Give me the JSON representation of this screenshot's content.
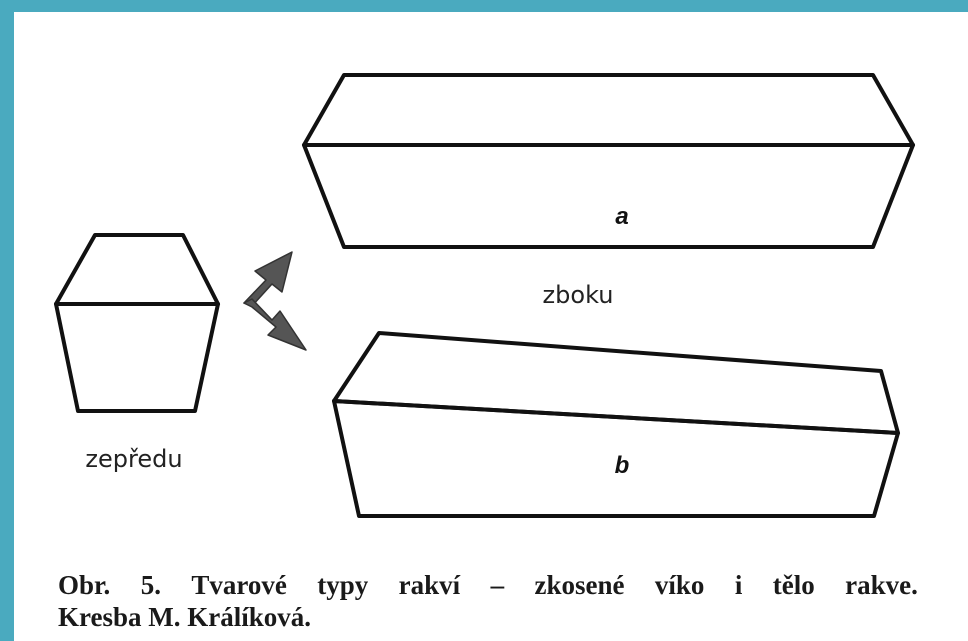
{
  "figure": {
    "labels": {
      "front": "zepředu",
      "side": "zboku",
      "variant_a": "a",
      "variant_b": "b"
    },
    "caption": {
      "line1_words": [
        "Obr.",
        "5.",
        "Tvarové",
        "typy",
        "rakví",
        "–",
        "zkosené",
        "víko",
        "i",
        "tělo",
        "rakve."
      ],
      "line2": "Kresba M. Králíková."
    }
  },
  "colors": {
    "border": "#4aaabf",
    "paper": "#ffffff",
    "stroke": "#111111",
    "arrow_fill": "#555555"
  }
}
